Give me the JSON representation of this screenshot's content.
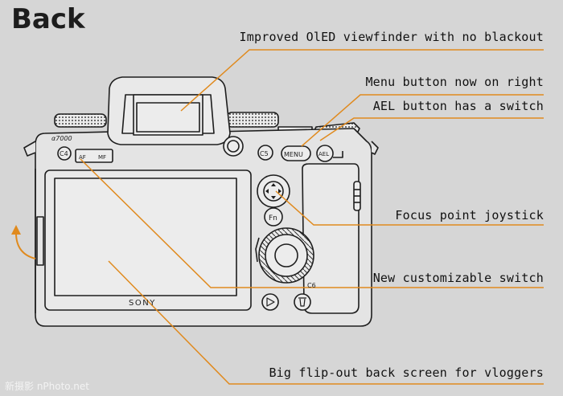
{
  "title": "Back",
  "callouts": [
    {
      "id": "viewfinder",
      "text": "Improved OlED viewfinder with no blackout"
    },
    {
      "id": "menu",
      "text": "Menu button now on right"
    },
    {
      "id": "ael",
      "text": "AEL button has a switch"
    },
    {
      "id": "joystick",
      "text": "Focus point joystick"
    },
    {
      "id": "switch",
      "text": "New customizable switch"
    },
    {
      "id": "screen",
      "text": "Big flip-out back screen for vloggers"
    }
  ],
  "camera_labels": {
    "model": "α7000",
    "brand": "SONY",
    "c4": "C4",
    "c5": "C5",
    "c6": "C6",
    "af": "AF",
    "mf": "MF",
    "menu": "MENU",
    "ael": "AEL",
    "fn": "Fn"
  },
  "colors": {
    "background": "#d6d6d6",
    "line": "#1e1e1e",
    "accent": "#e08a1e"
  },
  "watermark": "新摄影 nPhoto.net"
}
